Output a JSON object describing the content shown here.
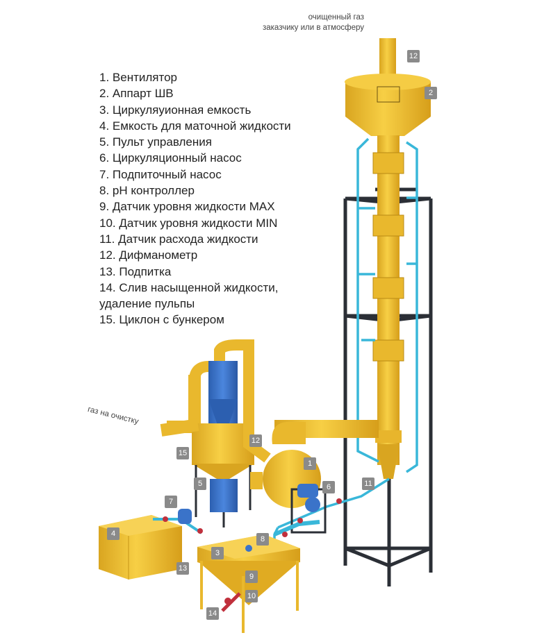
{
  "notes": {
    "top_line1": "очищенный газ",
    "top_line2": "заказчику или в атмосферу",
    "gas_in": "газ на очистку"
  },
  "legend": [
    {
      "num": "1.",
      "text": "Вентилятор"
    },
    {
      "num": "2.",
      "text": "Аппарт ШВ"
    },
    {
      "num": "3.",
      "text": "Циркуляуионная емкость"
    },
    {
      "num": "4.",
      "text": "Емкость для маточной жидкости"
    },
    {
      "num": "5.",
      "text": "Пульт управления"
    },
    {
      "num": "6.",
      "text": "Циркуляционный насос"
    },
    {
      "num": "7.",
      "text": "Подпиточный насос"
    },
    {
      "num": "8.",
      "text": "pH контроллер"
    },
    {
      "num": "9.",
      "text": "Датчик уровня жидкости MAX"
    },
    {
      "num": "10.",
      "text": "Датчик уровня жидкости MIN"
    },
    {
      "num": "11.",
      "text": "Датчик расхода жидкости"
    },
    {
      "num": "12.",
      "text": "Дифманометр"
    },
    {
      "num": "13.",
      "text": "Подпитка"
    },
    {
      "num": "14.",
      "text": "Слив насыщенной жидкости,",
      "cont": "удаление пульпы"
    },
    {
      "num": "15.",
      "text": "Циклон с бункером"
    }
  ],
  "badges": [
    "1",
    "2",
    "3",
    "4",
    "5",
    "6",
    "7",
    "8",
    "9",
    "10",
    "11",
    "12",
    "12",
    "13",
    "14",
    "15"
  ],
  "colors": {
    "equipment": "#f2c230",
    "equipment_shadow": "#d9a520",
    "pipe_water": "#39b7d9",
    "frame": "#2b2f36",
    "cyclone": "#3a73c9",
    "valve": "#c0303c",
    "badge": "#8a8a8a"
  }
}
